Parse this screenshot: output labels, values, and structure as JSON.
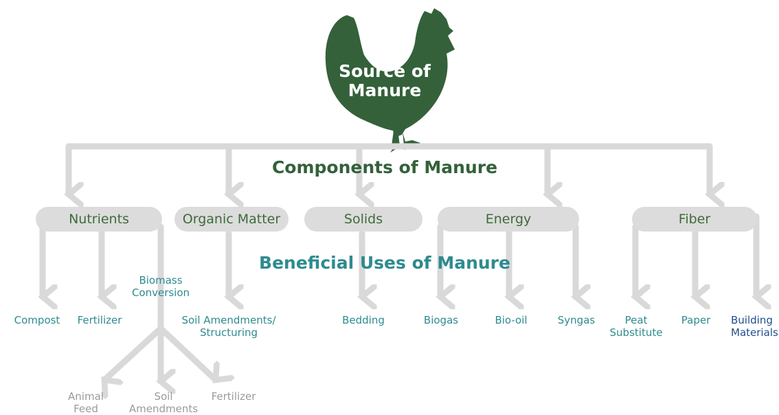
{
  "source": {
    "line1": "Source of",
    "line2": "Manure"
  },
  "components_heading": "Components of Manure",
  "uses_heading": "Beneficial Uses of Manure",
  "categories": [
    "Nutrients",
    "Organic Matter",
    "Solids",
    "Energy",
    "Fiber"
  ],
  "uses": {
    "compost": "Compost",
    "fertilizer": "Fertilizer",
    "biomass_conversion": {
      "line1": "Biomass",
      "line2": "Conversion"
    },
    "soil_amendments_structuring": {
      "line1": "Soil Amendments/",
      "line2": "Structuring"
    },
    "bedding": "Bedding",
    "biogas": "Biogas",
    "bio_oil": "Bio-oil",
    "syngas": "Syngas",
    "peat_substitute": {
      "line1": "Peat",
      "line2": "Substitute"
    },
    "paper": "Paper",
    "building_materials": {
      "line1": "Building",
      "line2": "Materials"
    }
  },
  "biomass_outputs": {
    "animal_feed": {
      "line1": "Animal",
      "line2": "Feed"
    },
    "soil_amendments": {
      "line1": "Soil",
      "line2": "Amendments"
    },
    "fertilizer": "Fertilizer"
  },
  "colors": {
    "chicken": "#34613a",
    "connector": "#d9d9d9",
    "category_fill": "#dcdcdc",
    "category_text": "#3e6b3a",
    "components_heading": "#34613a",
    "uses_heading": "#2e8b8f",
    "use_text": "#2e8b8f",
    "building_materials_text": "#1f4e8c",
    "biomass_output_text": "#9a9a9a"
  },
  "icons": [
    "chicken-icon"
  ]
}
